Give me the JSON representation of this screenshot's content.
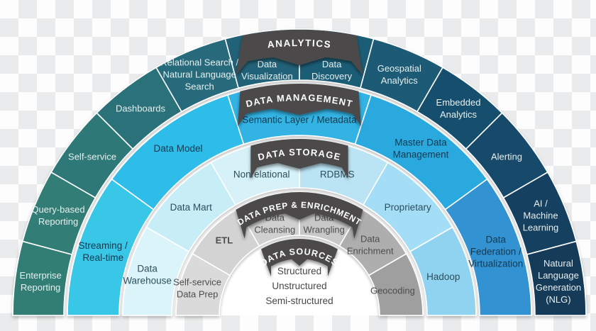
{
  "canvas": {
    "checker_light": "#fdfdfd",
    "checker_dark": "#e9ebec"
  },
  "diagram": {
    "banner_color": "#4b4a4a",
    "banner_text_color": "#ffffff",
    "separator_color": "#ffffff",
    "rings": [
      {
        "name": "analytics",
        "banner": "ANALYTICS",
        "text_color": "#e6efee",
        "segments": [
          {
            "label": [
              "Enterprise",
              "Reporting"
            ],
            "color": "#337e75"
          },
          {
            "label": [
              "Query-based",
              "Reporting"
            ],
            "color": "#327d76"
          },
          {
            "label": [
              "Self-service"
            ],
            "color": "#2e7978"
          },
          {
            "label": [
              "Dashboards"
            ],
            "color": "#2a7179"
          },
          {
            "label": [
              "Relational Search /",
              "Natural Language",
              "Search"
            ],
            "color": "#256a7b"
          },
          {
            "label": [
              "Data",
              "Visualization"
            ],
            "color": "#206278"
          },
          {
            "label": [
              "Data",
              "Discovery"
            ],
            "color": "#1e5d76"
          },
          {
            "label": [
              "Geospatial",
              "Analytics"
            ],
            "color": "#1a5a75"
          },
          {
            "label": [
              "Embedded",
              "Analytics"
            ],
            "color": "#184f6e"
          },
          {
            "label": [
              "Alerting"
            ],
            "color": "#174a6b"
          },
          {
            "label": [
              "AI /",
              "Machine",
              "Learning"
            ],
            "color": "#153f5e"
          },
          {
            "label": [
              "Natural",
              "Language",
              "Generation",
              "(NLG)"
            ],
            "color": "#123b58"
          }
        ]
      },
      {
        "name": "data-management",
        "banner": "DATA MANAGEMENT",
        "text_color": "#14394f",
        "segments": [
          {
            "label": [
              "Streaming /",
              "Real-time"
            ],
            "color": "#39c7e7"
          },
          {
            "label": [
              "Data Model"
            ],
            "color": "#2fbce8"
          },
          {
            "label": [
              "Semantic Layer / Metadata"
            ],
            "color": "#33b3e3"
          },
          {
            "label": [
              "Master Data",
              "Management"
            ],
            "color": "#2ba9de"
          },
          {
            "label": [
              "Data",
              "Federation /",
              "Virtualization"
            ],
            "color": "#3292d2"
          }
        ]
      },
      {
        "name": "data-storage",
        "banner": "DATA STORAGE",
        "text_color": "#2d4f5c",
        "segments": [
          {
            "label": [
              "Data",
              "Warehouse"
            ],
            "color": "#daf4f9"
          },
          {
            "label": [
              "Data Mart"
            ],
            "color": "#c7edf7"
          },
          {
            "label": [
              "Nonrelational"
            ],
            "color": "#d6f1f8"
          },
          {
            "label": [
              "RDBMS"
            ],
            "color": "#bae3f3"
          },
          {
            "label": [
              "Proprietary"
            ],
            "color": "#a3ddf6"
          },
          {
            "label": [
              "Hadoop"
            ],
            "color": "#8fd3f1"
          }
        ]
      },
      {
        "name": "data-prep-enrichment",
        "banner": "DATA PREP & ENRICHMENT",
        "text_color": "#4d4d4d",
        "segments": [
          {
            "label": [
              "Self-service",
              "Data Prep"
            ],
            "color": "#dbdada"
          },
          {
            "label": [
              "ETL"
            ],
            "color": "#d4d3d3",
            "bold": true
          },
          {
            "label": [
              "Data",
              "Cleansing"
            ],
            "color": "#d1d0d0"
          },
          {
            "label": [
              "Data",
              "Wrangling"
            ],
            "color": "#c9c8c8"
          },
          {
            "label": [
              "Data",
              "Enrichment"
            ],
            "color": "#afaeae"
          },
          {
            "label": [
              "Geocoding"
            ],
            "color": "#a09f9f"
          }
        ]
      },
      {
        "name": "data-sources",
        "banner": "DATA SOURCES",
        "text_color": "#474747",
        "center_color": "#ffffff",
        "center_labels": [
          "Structured",
          "Unstructured",
          "Semi-structured"
        ]
      }
    ]
  }
}
